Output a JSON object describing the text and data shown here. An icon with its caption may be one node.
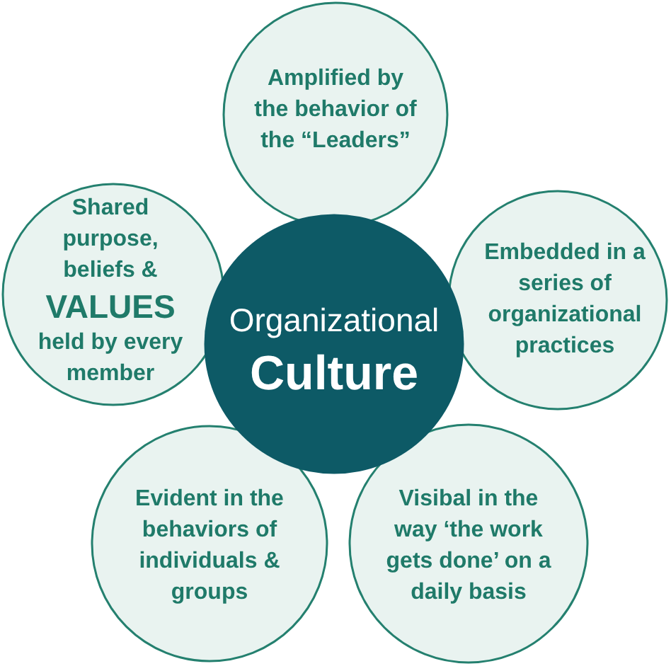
{
  "diagram": {
    "nodes": [
      {
        "text": [
          "Amplified by the behavior of the “Leaders”"
        ]
      },
      {
        "text": [
          "Shared purpose, beliefs & **VALUES** held by every member"
        ]
      },
      {
        "text": [
          "Organizational",
          "Culture"
        ]
      },
      {
        "text": [
          "Embedded in a series of organizational practices"
        ]
      },
      {
        "text": [
          "Evident in the behaviors of individuals & groups"
        ]
      },
      {
        "text": [
          "Visibal in the way ‘the work gets done’ on a daily basis"
        ]
      }
    ]
  }
}
